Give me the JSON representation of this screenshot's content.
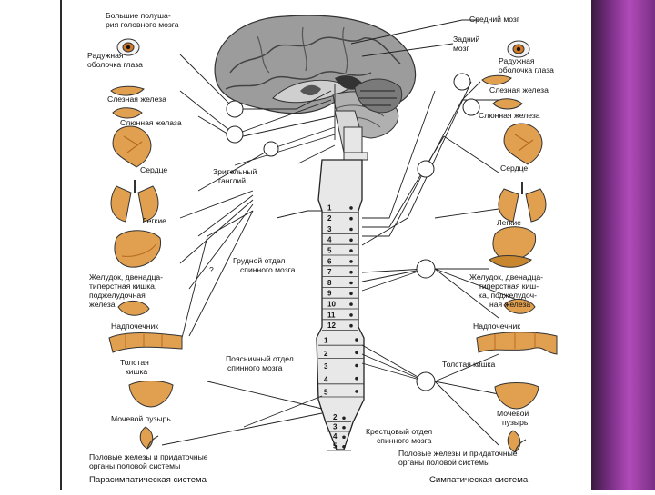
{
  "labels": {
    "hemispheres": [
      "Большие полуша-",
      "рия головного мозга"
    ],
    "midbrain": "Средний мозг",
    "hindbrain": [
      "Задний",
      "мозг"
    ],
    "iris_left": [
      "Радужная",
      "оболочка глаза"
    ],
    "iris_right": [
      "Радужная",
      "оболочка глаза"
    ],
    "lacrimal_left": "Слезная железа",
    "lacrimal_right": "Слезная железа",
    "salivary_left": "Слюнная желаза",
    "salivary_right": "Слюнная железа",
    "heart_left": "Сердце",
    "heart_right": "Сердце",
    "optic_ganglion": [
      "Зрительный",
      "ганглий"
    ],
    "lungs_left": "Легкие",
    "lungs_right": "Легкие",
    "thoracic": [
      "Грудной отдел",
      "спинного мозга"
    ],
    "stomach_left": [
      "Желудок, двенадца-",
      "типерстная кишка,",
      "поджелудочная",
      "железа"
    ],
    "stomach_right": [
      "Желудок, двенадца-",
      "типерстная киш-",
      "ка, поджелудоч-",
      "ная железа"
    ],
    "question": "?",
    "adrenal_left": "Надпочечник",
    "adrenal_right": "Надпочечник",
    "colon_left": [
      "Толстая",
      "кишка"
    ],
    "colon_right": "Толстая кишка",
    "lumbar": [
      "Поясничный отдел",
      "спинного мозга"
    ],
    "bladder_left": "Мочевой пузырь",
    "bladder_right": [
      "Мочевой",
      "пузырь"
    ],
    "sacral": [
      "Крестцовый отдел",
      "спинного мозга"
    ],
    "genitals_left": [
      "Половые железы и придаточные",
      "органы половой системы"
    ],
    "genitals_right": [
      "Половые железы и придаточные",
      "органы половой системы"
    ],
    "parasympathetic": "Парасимпатическая система",
    "sympathetic": "Симпатическая система"
  },
  "segments": {
    "thoracic": [
      "1",
      "2",
      "3",
      "4",
      "5",
      "6",
      "7",
      "8",
      "9",
      "10",
      "11",
      "12"
    ],
    "lumbar": [
      "1",
      "2",
      "3",
      "4",
      "5"
    ],
    "sacral": [
      "2",
      "3",
      "4",
      "5"
    ]
  },
  "colors": {
    "organ": "#e0a050",
    "organ_dark": "#b86a22",
    "brain": "#8a8a8a",
    "brain_dark": "#4a4a4a",
    "band": "#9a3ca4"
  }
}
